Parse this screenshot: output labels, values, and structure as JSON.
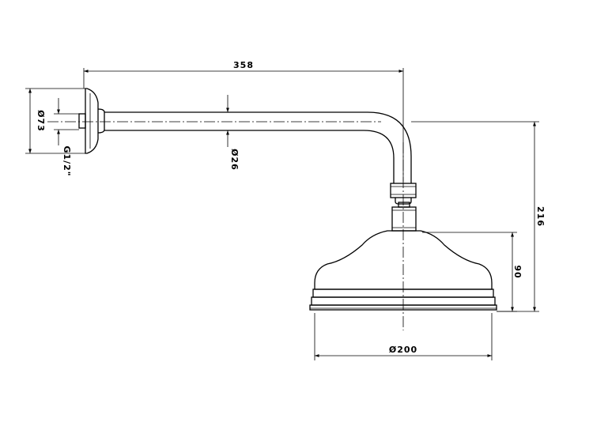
{
  "drawing": {
    "dimensions": {
      "arm_length": "358",
      "flange_diameter": "Ø73",
      "thread": "G1/2\"",
      "pipe_diameter": "Ø26",
      "total_height": "216",
      "head_height": "90",
      "head_diameter": "Ø200"
    }
  }
}
